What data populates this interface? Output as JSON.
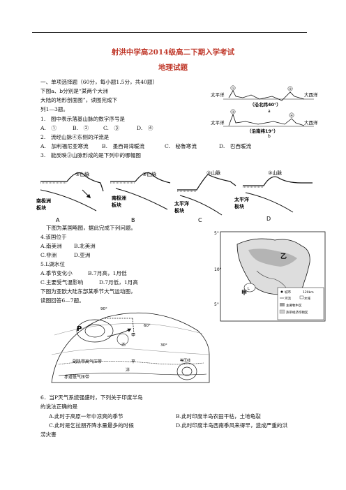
{
  "header": {
    "title": "射洪中学高2014级高二下期入学考试",
    "subtitle": "地理试题"
  },
  "section1": {
    "heading": "一、单项选择题（60分，每小题1.5分，共40题）",
    "intro": [
      "下图a、b分别是“某两个大洲",
      "大陆的地形剖面图”，读图完成下",
      "列1—3题。"
    ]
  },
  "q1": {
    "stem": "1.　图中表示落基山脉的数字序号是",
    "opts": [
      "A.　①",
      "B.　②",
      "C.　③",
      "D.　④"
    ]
  },
  "q2": {
    "stem": "2.　流经山脉④东侧的洋流是",
    "opts": [
      "A.　加利福尼亚寒流",
      "B.　墨西哥湾暖流",
      "C.　秘鲁寒流",
      "D.　巴西暖流"
    ]
  },
  "q3": {
    "stem": "3.　能反映③山脉形成的是下列中的哪幅图"
  },
  "profile": {
    "pacific": "太平洋",
    "atlantic": "大西洋",
    "label_a": "（沿北纬40°）",
    "letter_a": "a",
    "label_b": "（沿南纬19°）",
    "letter_b": "b",
    "mountains": [
      "①",
      "②",
      "③",
      "④"
    ]
  },
  "diagrams": [
    {
      "mountain": "③山脉",
      "plate": [
        "南极洲",
        "板块"
      ],
      "letter": "A"
    },
    {
      "mountain": "③山脉",
      "plate": [
        "南极洲",
        "板块"
      ],
      "letter": "B"
    },
    {
      "mountain": "③山脉",
      "plate": [
        "太平洋",
        "板块"
      ],
      "letter": "C"
    },
    {
      "mountain": "③山脉",
      "plate": [
        "太平洋",
        "板块"
      ],
      "letter": "D"
    }
  ],
  "q45": {
    "intro": "下图为某国略图，据此完成下列问题。",
    "q4": "4.该国位于",
    "q4_opts": [
      "A.南美洲",
      "B.北美洲",
      "C.非洲",
      "D.亚洲"
    ],
    "q5": "5.L湖水位",
    "q5_opts": [
      "A.季节变化小",
      "B.7月高，1月低",
      "C.主要受气温影响",
      "D.7月低，1月高"
    ]
  },
  "map1": {
    "lat_top": "5°",
    "lat_mid": "10°",
    "lat_bot": "5°",
    "region_yi": "乙",
    "region_jia": "甲",
    "lake": "L",
    "legend": [
      "城市",
      "河流",
      "水域",
      "主要牧牛区",
      "热带经济作物区"
    ],
    "scale": "120km"
  },
  "q67": {
    "intro": [
      "下图为亚欧大陆东部某季节大气运动图，",
      "读图回答6—7题。"
    ]
  },
  "map2": {
    "lat_90": "90°",
    "lat_60": "60°",
    "lat_30": "30°",
    "p": "P",
    "jia": "甲",
    "yi": "乙",
    "front": "副热带高气压带",
    "ping": "平",
    "yang": "洋",
    "low": "赤道低气压带",
    "isobar_label": "等压线"
  },
  "q6": {
    "stem": [
      "6．当P天气系统强盛时，下列关于印度半岛",
      "的说法正确的是"
    ],
    "opts": [
      "A.此时于高原一年中凉爽的季节",
      "B.此时印度半岛农田干枯，土地龟裂",
      "C.此时是乞拉朋齐降水量最多的时候",
      "D.此时印度半岛西南季风来得早，造成严重的洪"
    ],
    "cont": "涝灾害"
  }
}
